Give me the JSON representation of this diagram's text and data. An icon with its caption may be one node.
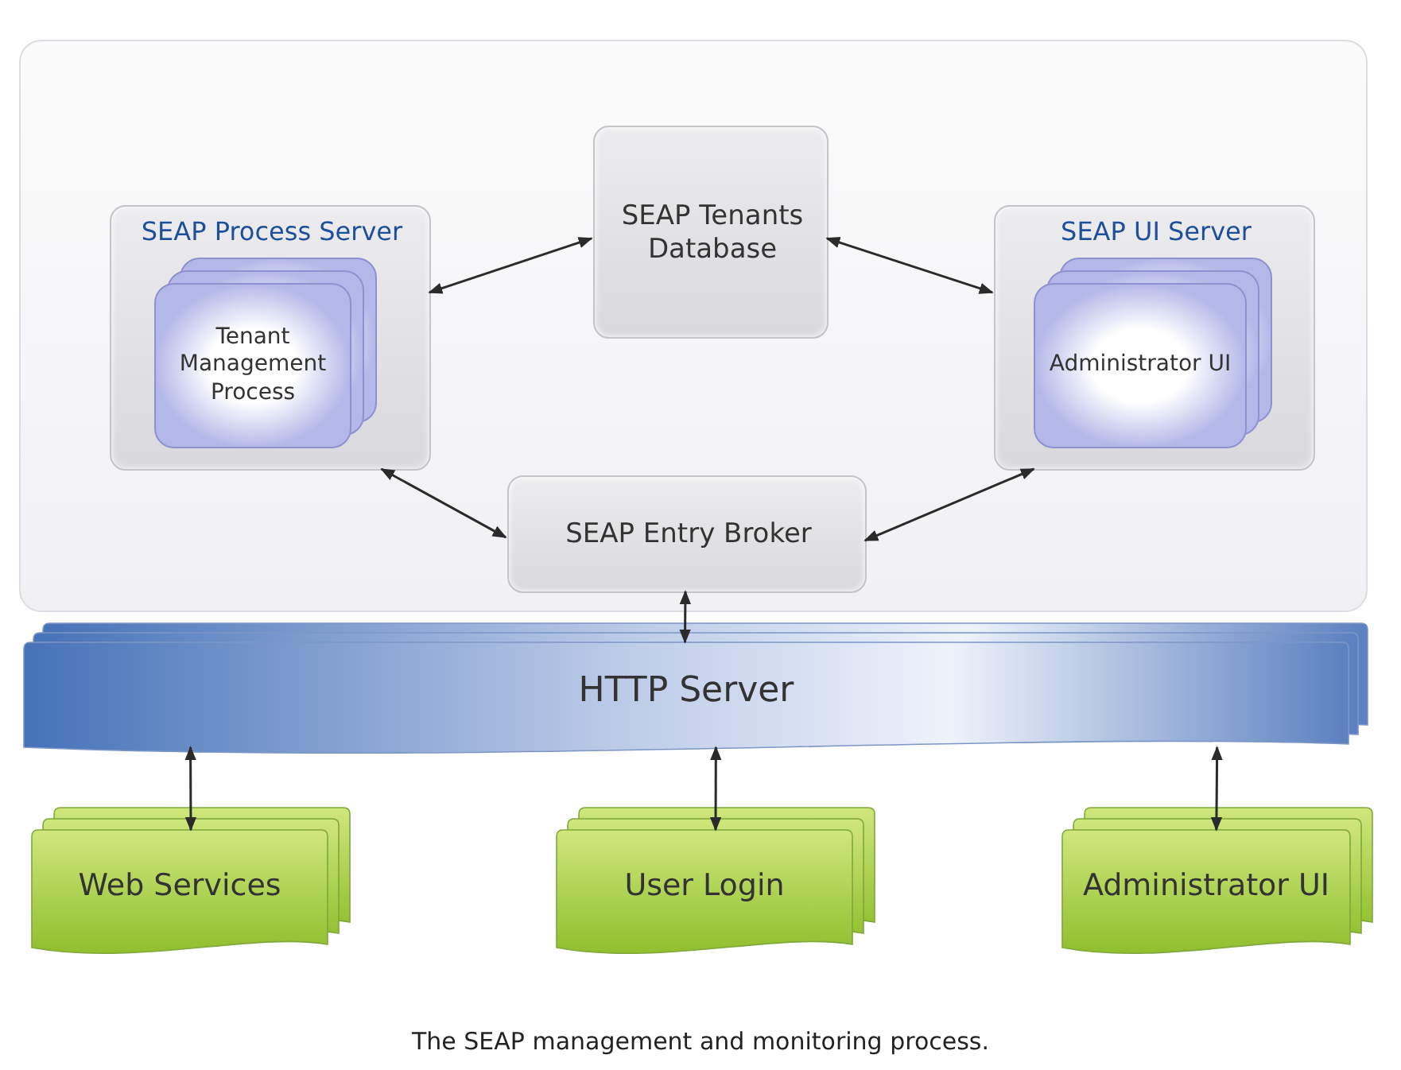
{
  "diagram": {
    "caption": "The SEAP management and monitoring process.",
    "nodes": [
      {
        "text": [],
        "shape": "box"
      },
      {
        "text": [
          "SEAP Process Server"
        ],
        "in": 0
      },
      {
        "text": [
          "Tenant Management Process"
        ],
        "in": 1
      },
      {
        "text": [
          "SEAP Tenants Database"
        ],
        "in": 0
      },
      {
        "text": [
          "SEAP UI Server"
        ],
        "in": 0
      },
      {
        "text": [
          "Administrator UI"
        ],
        "in": 4
      },
      {
        "text": [
          "SEAP Entry Broker"
        ],
        "in": 0
      },
      {
        "text": [
          "HTTP Server"
        ]
      },
      {
        "text": [
          "Web Services"
        ]
      },
      {
        "text": [
          "User Login"
        ]
      },
      {
        "text": [
          "Administrator UI"
        ]
      }
    ],
    "edges": [
      {
        "from": 1,
        "to": 3,
        "arrow": "both"
      },
      {
        "from": 3,
        "to": 4,
        "arrow": "both"
      },
      {
        "from": 1,
        "to": 6,
        "arrow": "both"
      },
      {
        "from": 4,
        "to": 6,
        "arrow": "both"
      },
      {
        "from": 6,
        "to": 7,
        "arrow": "both"
      },
      {
        "from": 7,
        "to": 8,
        "arrow": "both"
      },
      {
        "from": 7,
        "to": 9,
        "arrow": "both"
      },
      {
        "from": 7,
        "to": 10,
        "arrow": "both"
      }
    ]
  }
}
